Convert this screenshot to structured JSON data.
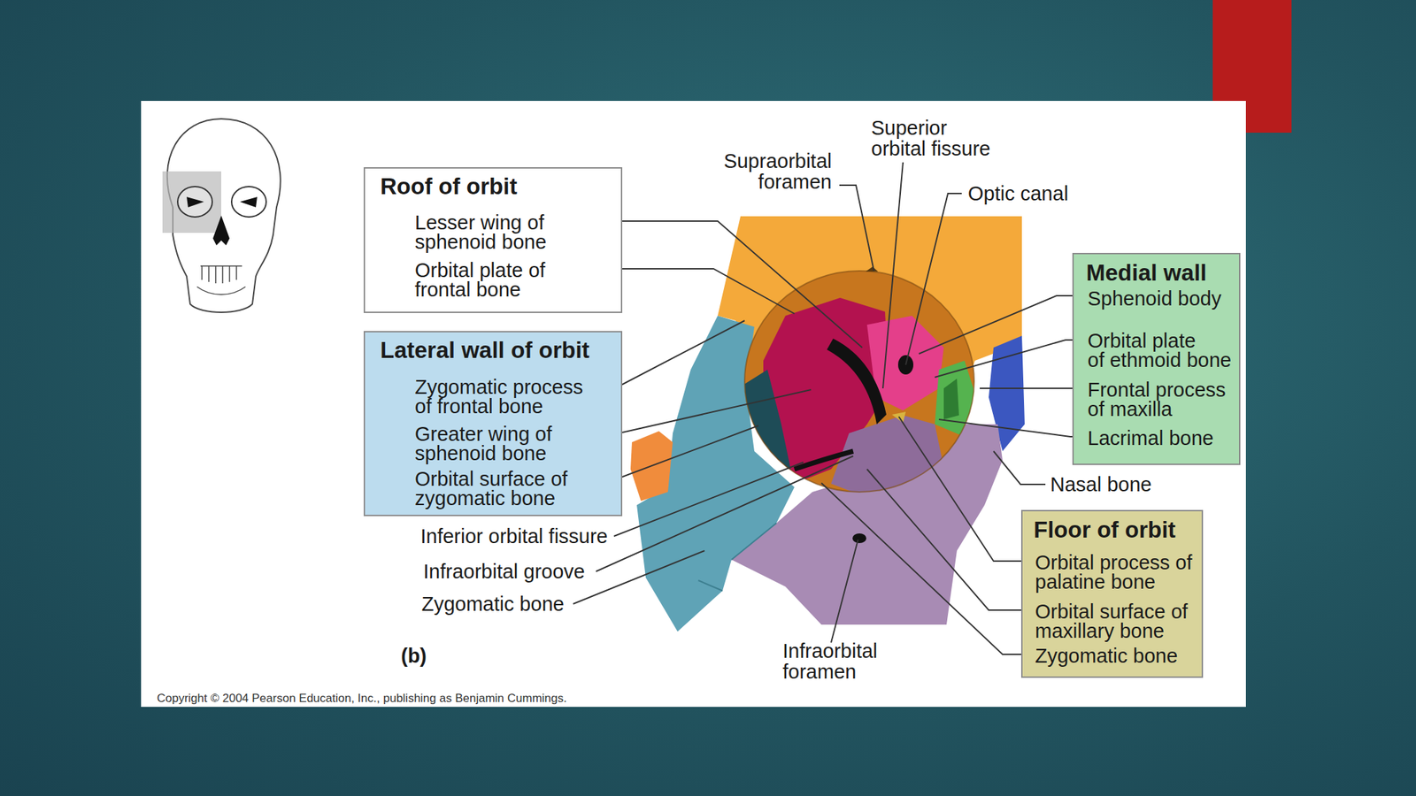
{
  "diagram": {
    "nodes": [
      {
        "text": [
          "Roof of orbit",
          "Lesser wing of sphenoid bone",
          "Orbital plate of frontal bone"
        ]
      },
      {
        "text": [
          "Lateral wall of orbit",
          "Zygomatic process of frontal bone",
          "Greater wing of sphenoid bone",
          "Orbital surface of zygomatic bone"
        ]
      },
      {
        "text": [
          "Medial wall",
          "Sphenoid body",
          "Orbital plate of ethmoid bone",
          "Frontal process of maxilla",
          "Lacrimal bone"
        ]
      },
      {
        "text": [
          "Floor of orbit",
          "Orbital process of palatine bone",
          "Orbital surface of maxillary bone",
          "Zygomatic bone"
        ]
      }
    ],
    "labels": [
      "Supraorbital foramen",
      "Superior orbital fissure",
      "Optic canal",
      "Nasal bone",
      "Inferior orbital fissure",
      "Infraorbital groove",
      "Zygomatic bone",
      "Infraorbital foramen",
      "(b)",
      "Copyright © 2004 Pearson Education, Inc., publishing as Benjamin Cummings."
    ]
  }
}
